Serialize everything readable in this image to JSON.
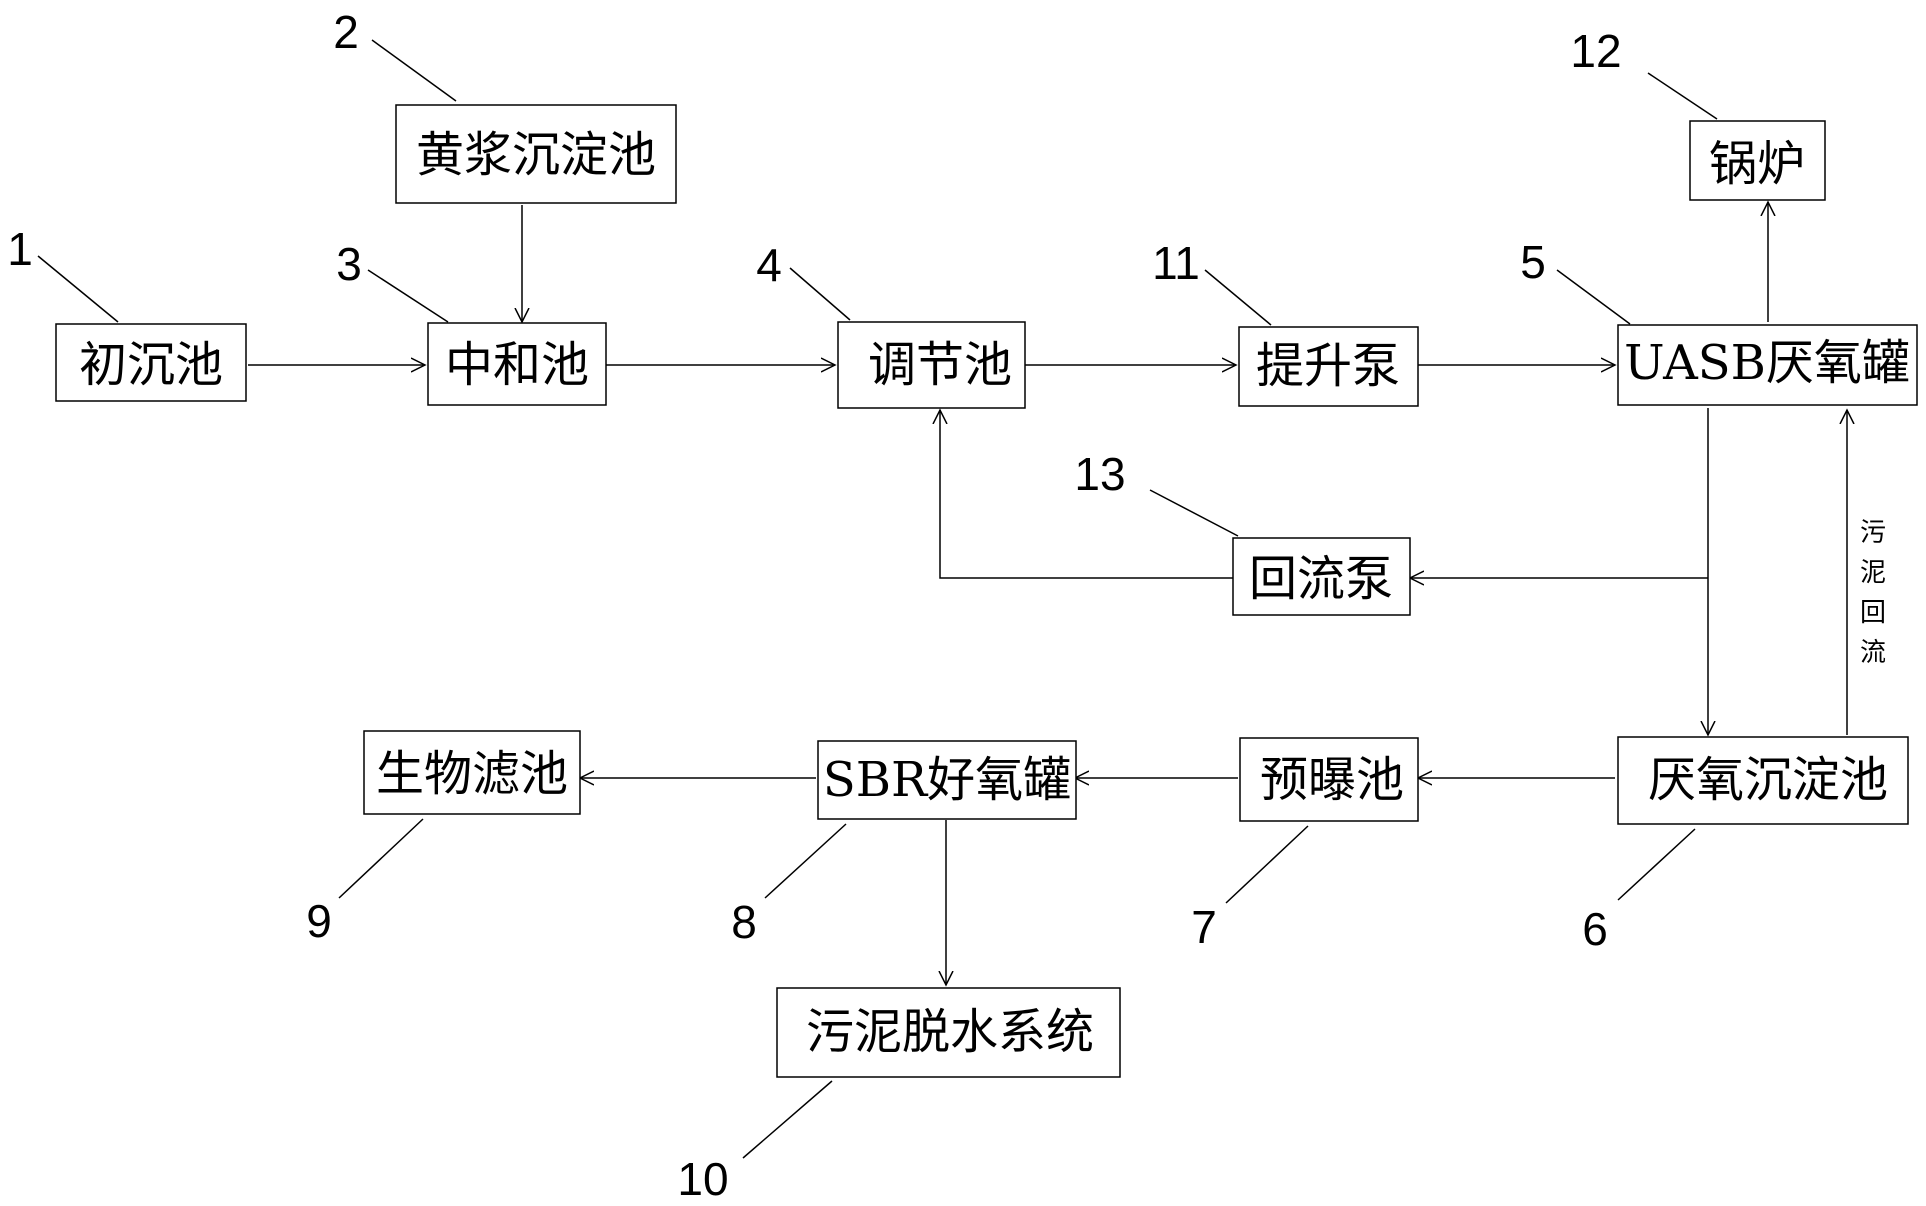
{
  "boxes": {
    "primary_clarifier": "初沉池",
    "yellow_slurry_tank": "黄浆沉淀池",
    "neutralization_tank": "中和池",
    "equalization_tank": "调节池",
    "lift_pump": "提升泵",
    "uasb_tank": "UASB厌氧罐",
    "boiler": "锅炉",
    "reflux_pump": "回流泵",
    "anaerobic_settling_tank": "厌氧沉淀池",
    "pre_aeration_tank": "预曝池",
    "sbr_tank": "SBR好氧罐",
    "biofilter": "生物滤池",
    "sludge_dewatering": "污泥脱水系统"
  },
  "numbers": {
    "n1": "1",
    "n2": "2",
    "n3": "3",
    "n4": "4",
    "n5": "5",
    "n6": "6",
    "n7": "7",
    "n8": "8",
    "n9": "9",
    "n10": "10",
    "n11": "11",
    "n12": "12",
    "n13": "13"
  },
  "side_label": [
    "污",
    "泥",
    "回",
    "流"
  ]
}
